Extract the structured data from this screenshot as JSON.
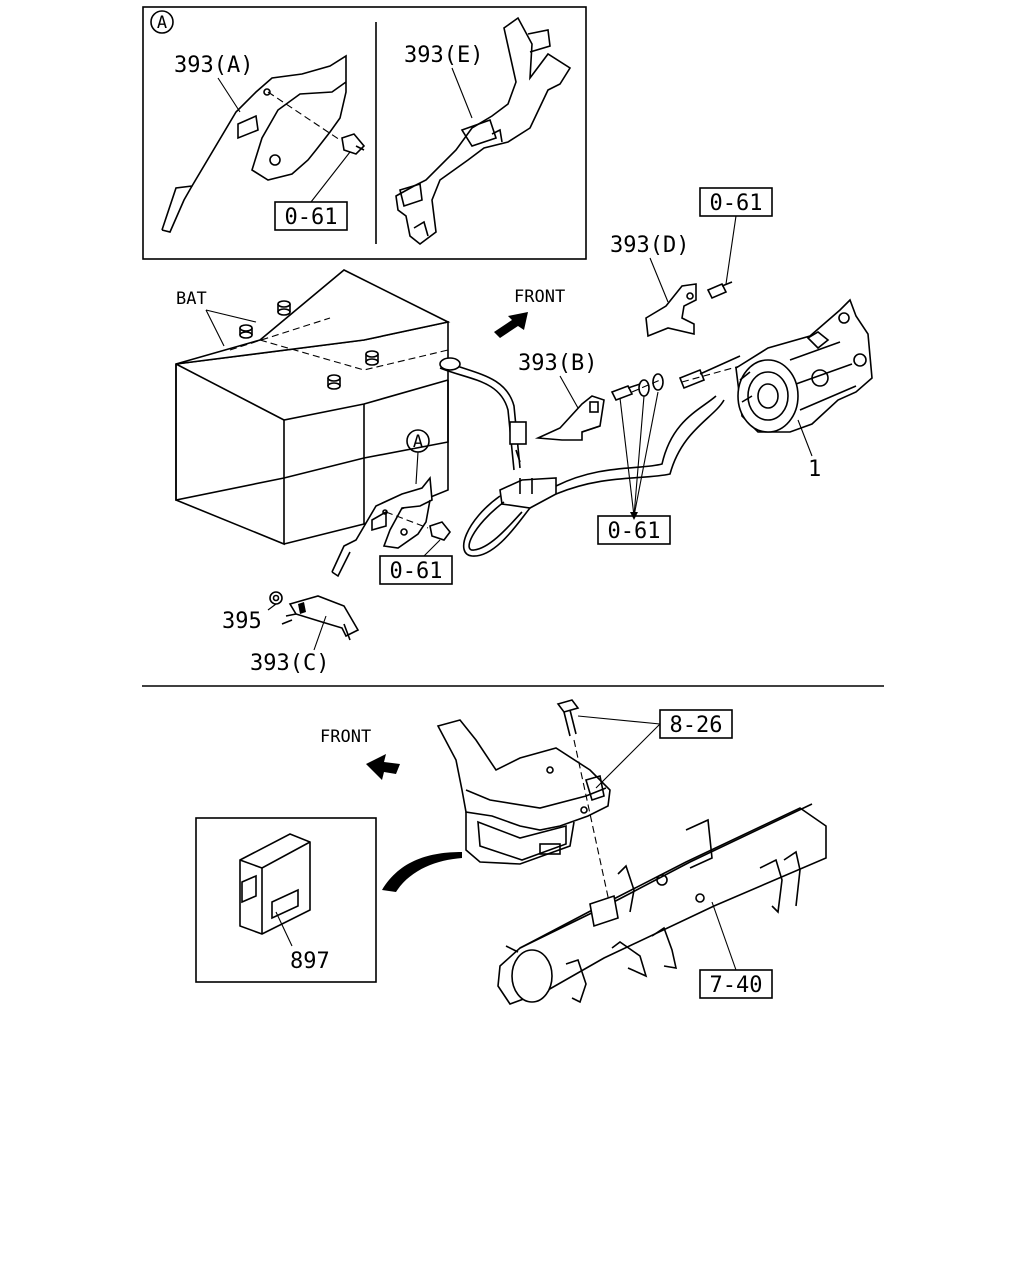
{
  "labels": {
    "detail_marker": "A",
    "bracket_a": "393(A)",
    "bracket_e": "393(E)",
    "ref_0_61_detail": "0-61",
    "ref_0_61_top": "0-61",
    "bracket_d": "393(D)",
    "bat": "BAT",
    "front_top": "FRONT",
    "bracket_b": "393(B)",
    "marker_a": "A",
    "starter_num": "1",
    "ref_0_61_mid": "0-61",
    "ref_0_61_bat": "0-61",
    "nut_395": "395",
    "bracket_c": "393(C)",
    "front_bottom": "FRONT",
    "ref_8_26": "8-26",
    "ref_7_40": "7-40",
    "module_897": "897"
  }
}
